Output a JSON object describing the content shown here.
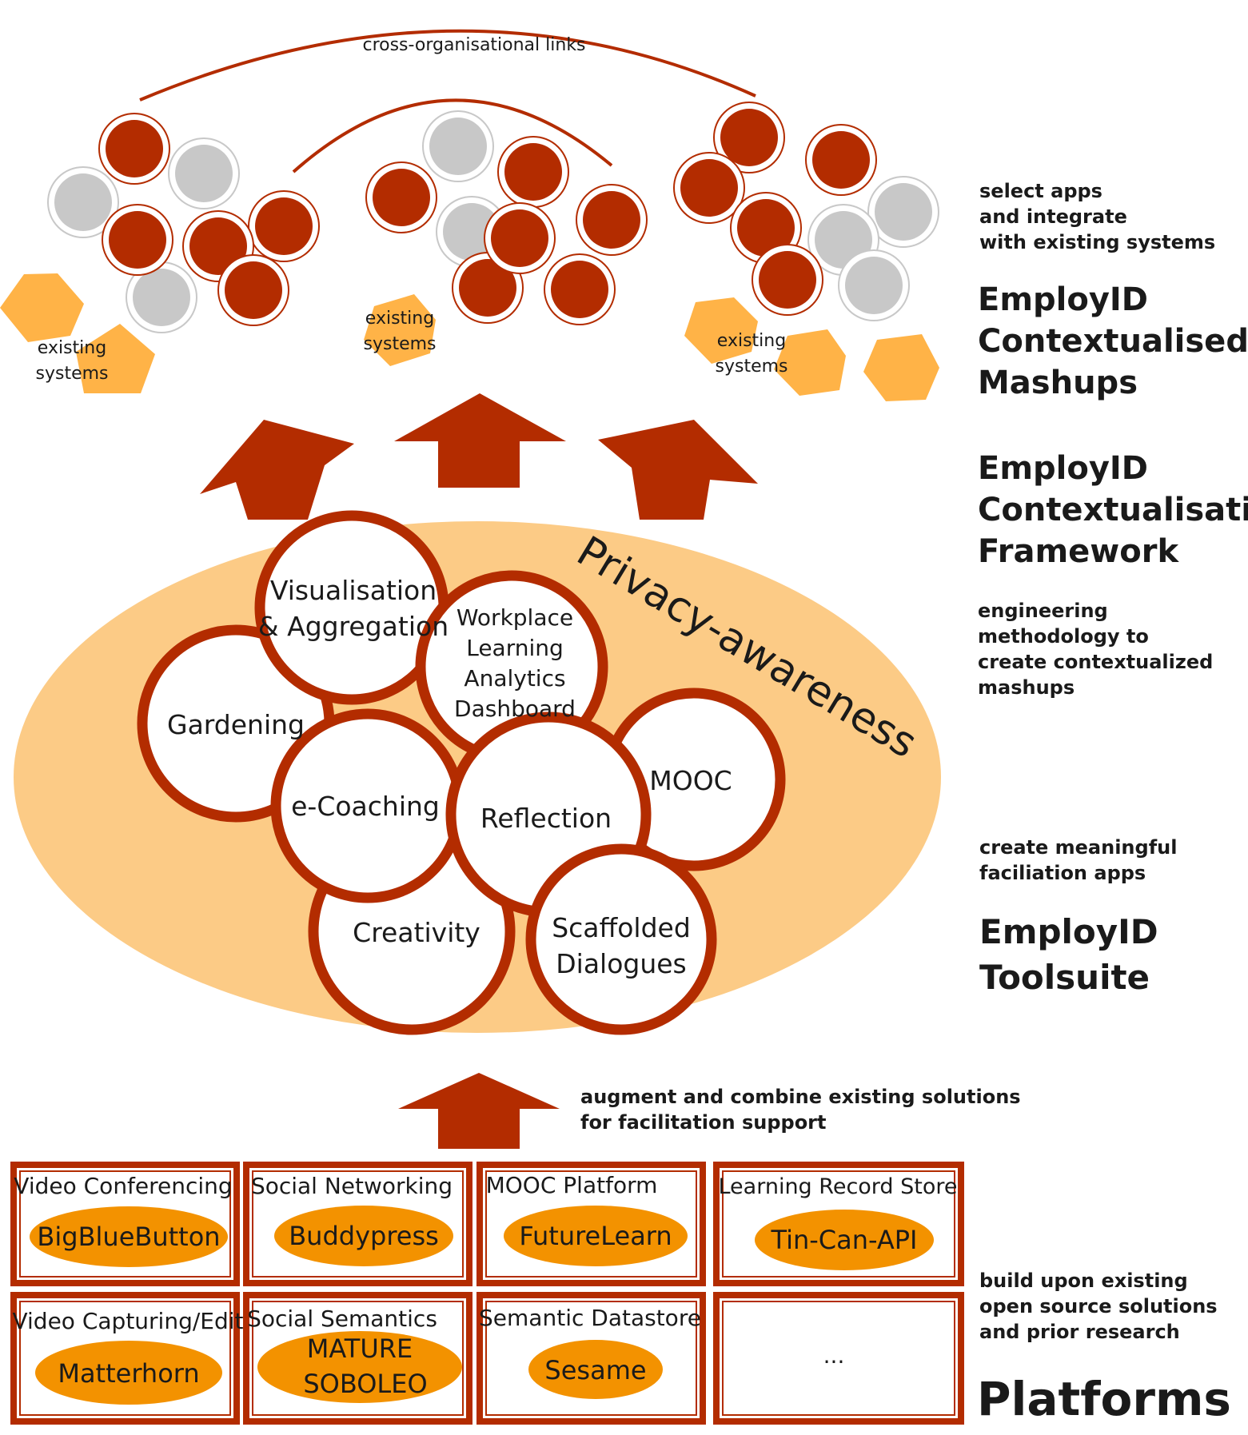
{
  "colors": {
    "accent_red": "#b32c00",
    "soft_orange": "#fccb86",
    "hex_orange": "#ffb347",
    "pill_orange": "#f39200",
    "grey_node": "#c8c8c8"
  },
  "top": {
    "cross_links_label": "cross-organisational links",
    "existing_systems_left_1": "existing",
    "existing_systems_left_2": "systems",
    "existing_systems_mid_1": "existing",
    "existing_systems_mid_2": "systems",
    "existing_systems_right_1": "existing",
    "existing_systems_right_2": "systems"
  },
  "toolsuite": {
    "privacy_label": "Privacy-awareness",
    "circles": {
      "visualisation_1": "Visualisation",
      "visualisation_2": "& Aggregation",
      "workplace_1": "Workplace",
      "workplace_2": "Learning",
      "workplace_3": "Analytics",
      "workplace_4": "Dashboard",
      "gardening": "Gardening",
      "ecoaching": "e-Coaching",
      "reflection": "Reflection",
      "mooc": "MOOC",
      "creativity": "Creativity",
      "scaffolded_1": "Scaffolded",
      "scaffolded_2": "Dialogues"
    }
  },
  "right_labels": {
    "select_apps_1": "select apps",
    "select_apps_2": "and integrate",
    "select_apps_3": "with existing systems",
    "mashups_1": "EmployID",
    "mashups_2": "Contextualised",
    "mashups_3": "Mashups",
    "framework_1": "EmployID",
    "framework_2": "Contextualisation",
    "framework_3": "Framework",
    "engineering_1": "engineering",
    "engineering_2": "methodology to",
    "engineering_3": "create contextualized",
    "engineering_4": "mashups",
    "meaningful_1": "create meaningful",
    "meaningful_2": "faciliation apps",
    "toolsuite_1": "EmployID",
    "toolsuite_2": "Toolsuite",
    "augment_1": "augment and combine existing solutions",
    "augment_2": "for facilitation support",
    "build_1": "build upon existing",
    "build_2": "open source solutions",
    "build_3": "and prior research",
    "platforms": "Platforms"
  },
  "platforms": {
    "box1_title": "Video Conferencing",
    "box1_pill": "BigBlueButton",
    "box2_title": "Social Networking",
    "box2_pill": "Buddypress",
    "box3_title": "MOOC Platform",
    "box3_pill": "FutureLearn",
    "box4_title": "Learning Record Store",
    "box4_pill": "Tin-Can-API",
    "box5_title": "Video Capturing/Edit",
    "box5_pill": "Matterhorn",
    "box6_title": "Social Semantics",
    "box6_pill_1": "MATURE",
    "box6_pill_2": "SOBOLEO",
    "box7_title": "Semantic Datastore",
    "box7_pill": "Sesame",
    "box8_ellipsis": "..."
  }
}
